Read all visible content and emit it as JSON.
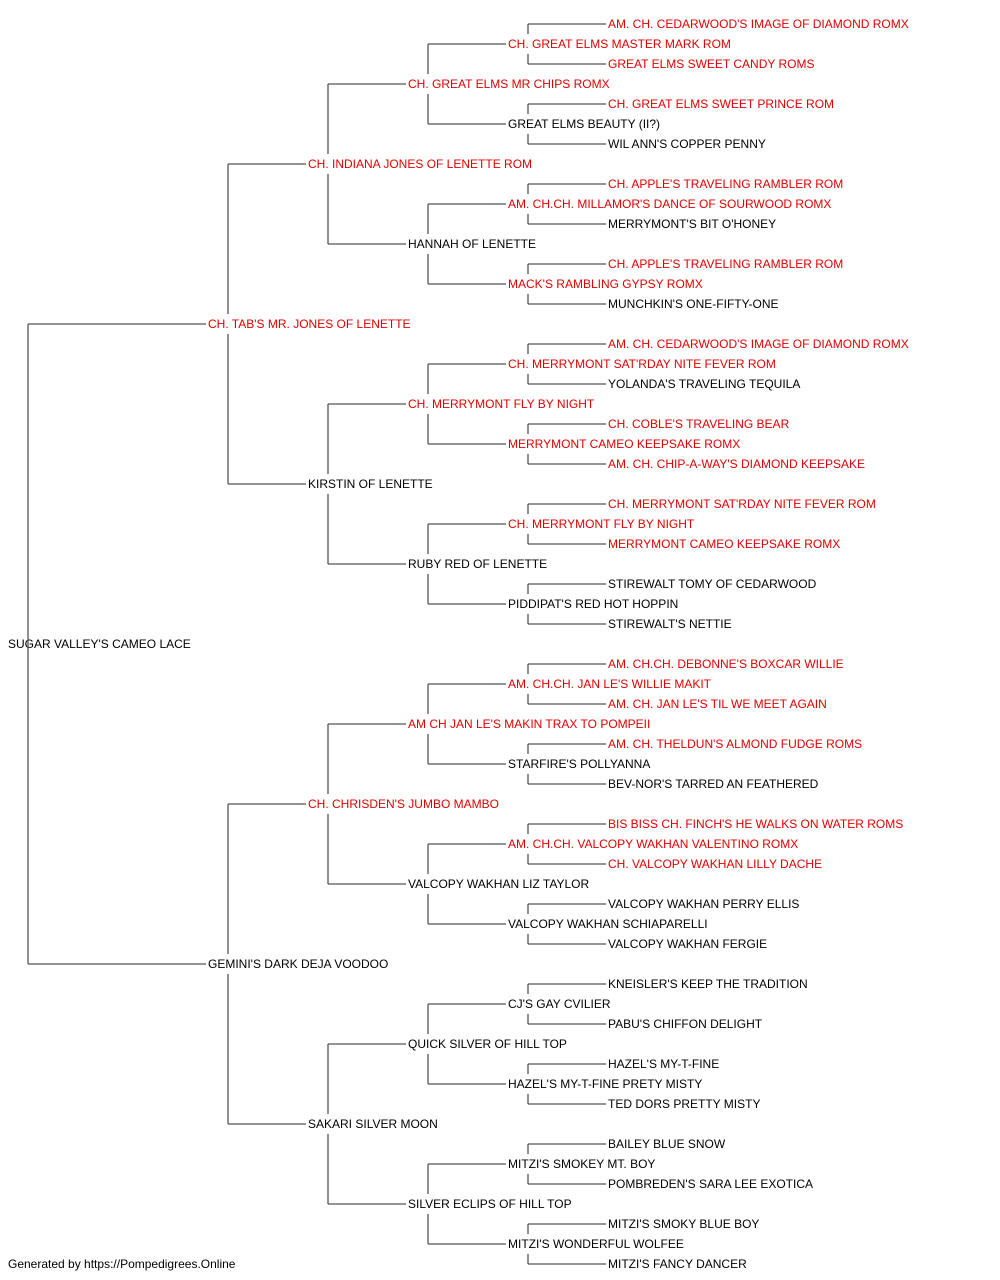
{
  "colors": {
    "champion": "#e00000",
    "normal": "#000000",
    "line": "#555555"
  },
  "footer": "Generated by https://Pompedigrees.Online",
  "pedigree": {
    "name": "SUGAR VALLEY'S CAMEO LACE",
    "ch": false,
    "sire": {
      "name": "CH. TAB'S MR. JONES OF LENETTE",
      "ch": true,
      "sire": {
        "name": "CH. INDIANA JONES OF LENETTE ROM",
        "ch": true,
        "sire": {
          "name": "CH. GREAT ELMS MR CHIPS ROMX",
          "ch": true,
          "sire": {
            "name": "CH. GREAT ELMS MASTER MARK ROM",
            "ch": true,
            "sire": {
              "name": "AM. CH. CEDARWOOD'S IMAGE OF DIAMOND ROMX",
              "ch": true
            },
            "dam": {
              "name": "GREAT ELMS SWEET CANDY ROMS",
              "ch": true
            }
          },
          "dam": {
            "name": "GREAT ELMS BEAUTY (II?)",
            "ch": false,
            "sire": {
              "name": "CH. GREAT ELMS SWEET PRINCE ROM",
              "ch": true
            },
            "dam": {
              "name": "WIL ANN'S COPPER PENNY",
              "ch": false
            }
          }
        },
        "dam": {
          "name": "HANNAH OF LENETTE",
          "ch": false,
          "sire": {
            "name": "AM. CH.CH. MILLAMOR'S DANCE OF SOURWOOD ROMX",
            "ch": true,
            "sire": {
              "name": "CH. APPLE'S TRAVELING RAMBLER ROM",
              "ch": true
            },
            "dam": {
              "name": "MERRYMONT'S BIT O'HONEY",
              "ch": false
            }
          },
          "dam": {
            "name": "MACK'S RAMBLING GYPSY ROMX",
            "ch": true,
            "sire": {
              "name": "CH. APPLE'S TRAVELING RAMBLER ROM",
              "ch": true
            },
            "dam": {
              "name": "MUNCHKIN'S ONE-FIFTY-ONE",
              "ch": false
            }
          }
        }
      },
      "dam": {
        "name": "KIRSTIN OF LENETTE",
        "ch": false,
        "sire": {
          "name": "CH. MERRYMONT FLY BY NIGHT",
          "ch": true,
          "sire": {
            "name": "CH. MERRYMONT SAT'RDAY NITE FEVER ROM",
            "ch": true,
            "sire": {
              "name": "AM. CH. CEDARWOOD'S IMAGE OF DIAMOND ROMX",
              "ch": true
            },
            "dam": {
              "name": "YOLANDA'S TRAVELING TEQUILA",
              "ch": false
            }
          },
          "dam": {
            "name": "MERRYMONT CAMEO KEEPSAKE ROMX",
            "ch": true,
            "sire": {
              "name": "CH. COBLE'S TRAVELING BEAR",
              "ch": true
            },
            "dam": {
              "name": "AM. CH. CHIP-A-WAY'S DIAMOND KEEPSAKE",
              "ch": true
            }
          }
        },
        "dam": {
          "name": "RUBY RED OF LENETTE",
          "ch": false,
          "sire": {
            "name": "CH. MERRYMONT FLY BY NIGHT",
            "ch": true,
            "sire": {
              "name": "CH. MERRYMONT SAT'RDAY NITE FEVER ROM",
              "ch": true
            },
            "dam": {
              "name": "MERRYMONT CAMEO KEEPSAKE ROMX",
              "ch": true
            }
          },
          "dam": {
            "name": "PIDDIPAT'S RED HOT HOPPIN",
            "ch": false,
            "sire": {
              "name": "STIREWALT TOMY OF CEDARWOOD",
              "ch": false
            },
            "dam": {
              "name": "STIREWALT'S NETTIE",
              "ch": false
            }
          }
        }
      }
    },
    "dam": {
      "name": "GEMINI'S DARK DEJA VOODOO",
      "ch": false,
      "sire": {
        "name": "CH. CHRISDEN'S JUMBO MAMBO",
        "ch": true,
        "sire": {
          "name": "AM CH JAN LE'S MAKIN TRAX TO POMPEII",
          "ch": true,
          "sire": {
            "name": "AM. CH.CH. JAN LE'S WILLIE MAKIT",
            "ch": true,
            "sire": {
              "name": "AM. CH.CH. DEBONNE'S BOXCAR WILLIE",
              "ch": true
            },
            "dam": {
              "name": "AM. CH. JAN LE'S TIL WE MEET AGAIN",
              "ch": true
            }
          },
          "dam": {
            "name": "STARFIRE'S POLLYANNA",
            "ch": false,
            "sire": {
              "name": "AM. CH. THELDUN'S ALMOND FUDGE ROMS",
              "ch": true
            },
            "dam": {
              "name": "BEV-NOR'S TARRED AN FEATHERED",
              "ch": false
            }
          }
        },
        "dam": {
          "name": "VALCOPY WAKHAN LIZ TAYLOR",
          "ch": false,
          "sire": {
            "name": "AM. CH.CH. VALCOPY WAKHAN VALENTINO ROMX",
            "ch": true,
            "sire": {
              "name": "BIS BISS CH. FINCH'S HE WALKS ON WATER ROMS",
              "ch": true
            },
            "dam": {
              "name": "CH. VALCOPY WAKHAN LILLY DACHE",
              "ch": true
            }
          },
          "dam": {
            "name": "VALCOPY WAKHAN SCHIAPARELLI",
            "ch": false,
            "sire": {
              "name": "VALCOPY WAKHAN PERRY ELLIS",
              "ch": false
            },
            "dam": {
              "name": "VALCOPY WAKHAN FERGIE",
              "ch": false
            }
          }
        }
      },
      "dam": {
        "name": "SAKARI SILVER MOON",
        "ch": false,
        "sire": {
          "name": "QUICK SILVER OF HILL TOP",
          "ch": false,
          "sire": {
            "name": "CJ'S GAY CVILIER",
            "ch": false,
            "sire": {
              "name": "KNEISLER'S KEEP THE TRADITION",
              "ch": false
            },
            "dam": {
              "name": "PABU'S CHIFFON DELIGHT",
              "ch": false
            }
          },
          "dam": {
            "name": "HAZEL'S MY-T-FINE PRETY MISTY",
            "ch": false,
            "sire": {
              "name": "HAZEL'S MY-T-FINE",
              "ch": false
            },
            "dam": {
              "name": "TED DORS PRETTY MISTY",
              "ch": false
            }
          }
        },
        "dam": {
          "name": "SILVER ECLIPS OF HILL TOP",
          "ch": false,
          "sire": {
            "name": "MITZI'S SMOKEY MT. BOY",
            "ch": false,
            "sire": {
              "name": "BAILEY BLUE SNOW",
              "ch": false
            },
            "dam": {
              "name": "POMBREDEN'S SARA LEE EXOTICA",
              "ch": false
            }
          },
          "dam": {
            "name": "MITZI'S WONDERFUL WOLFEE",
            "ch": false,
            "sire": {
              "name": "MITZI'S SMOKY BLUE BOY",
              "ch": false
            },
            "dam": {
              "name": "MITZI'S FANCY DANCER",
              "ch": false
            }
          }
        }
      }
    }
  }
}
